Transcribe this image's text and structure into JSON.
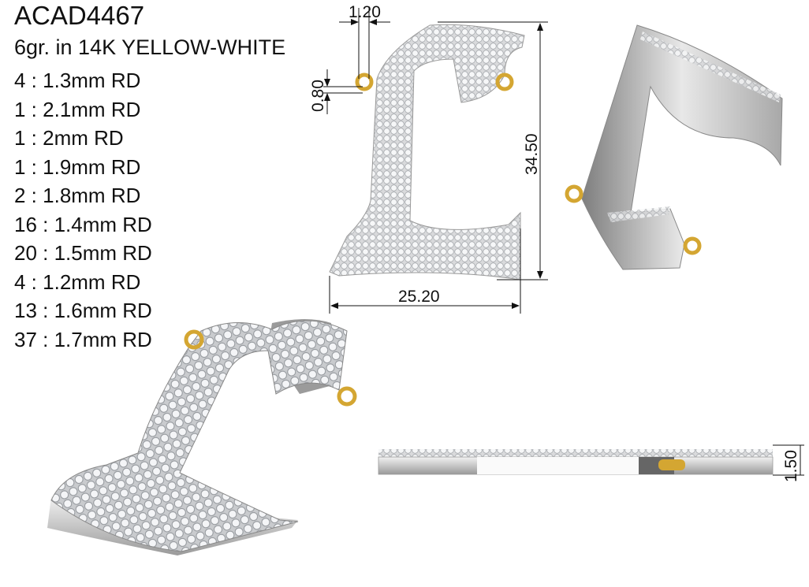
{
  "header": {
    "code": "ACAD4467",
    "spec": "6gr. in 14K YELLOW-WHITE"
  },
  "stones": [
    "4 : 1.3mm RD",
    "1 : 2.1mm RD",
    "1 : 2mm RD",
    "1 : 1.9mm RD",
    "2 : 1.8mm RD",
    "16 : 1.4mm RD",
    "20 : 1.5mm RD",
    "4 : 1.2mm RD",
    "13 : 1.6mm RD",
    "37 : 1.7mm RD"
  ],
  "dimensions": {
    "bail_width": "1.20",
    "bail_offset": "0.80",
    "height": "34.50",
    "width": "25.20",
    "thickness": "1.50"
  },
  "colors": {
    "gold": "#d4a632",
    "metal": "#b8b8b8",
    "stone": "#eef0f2"
  }
}
